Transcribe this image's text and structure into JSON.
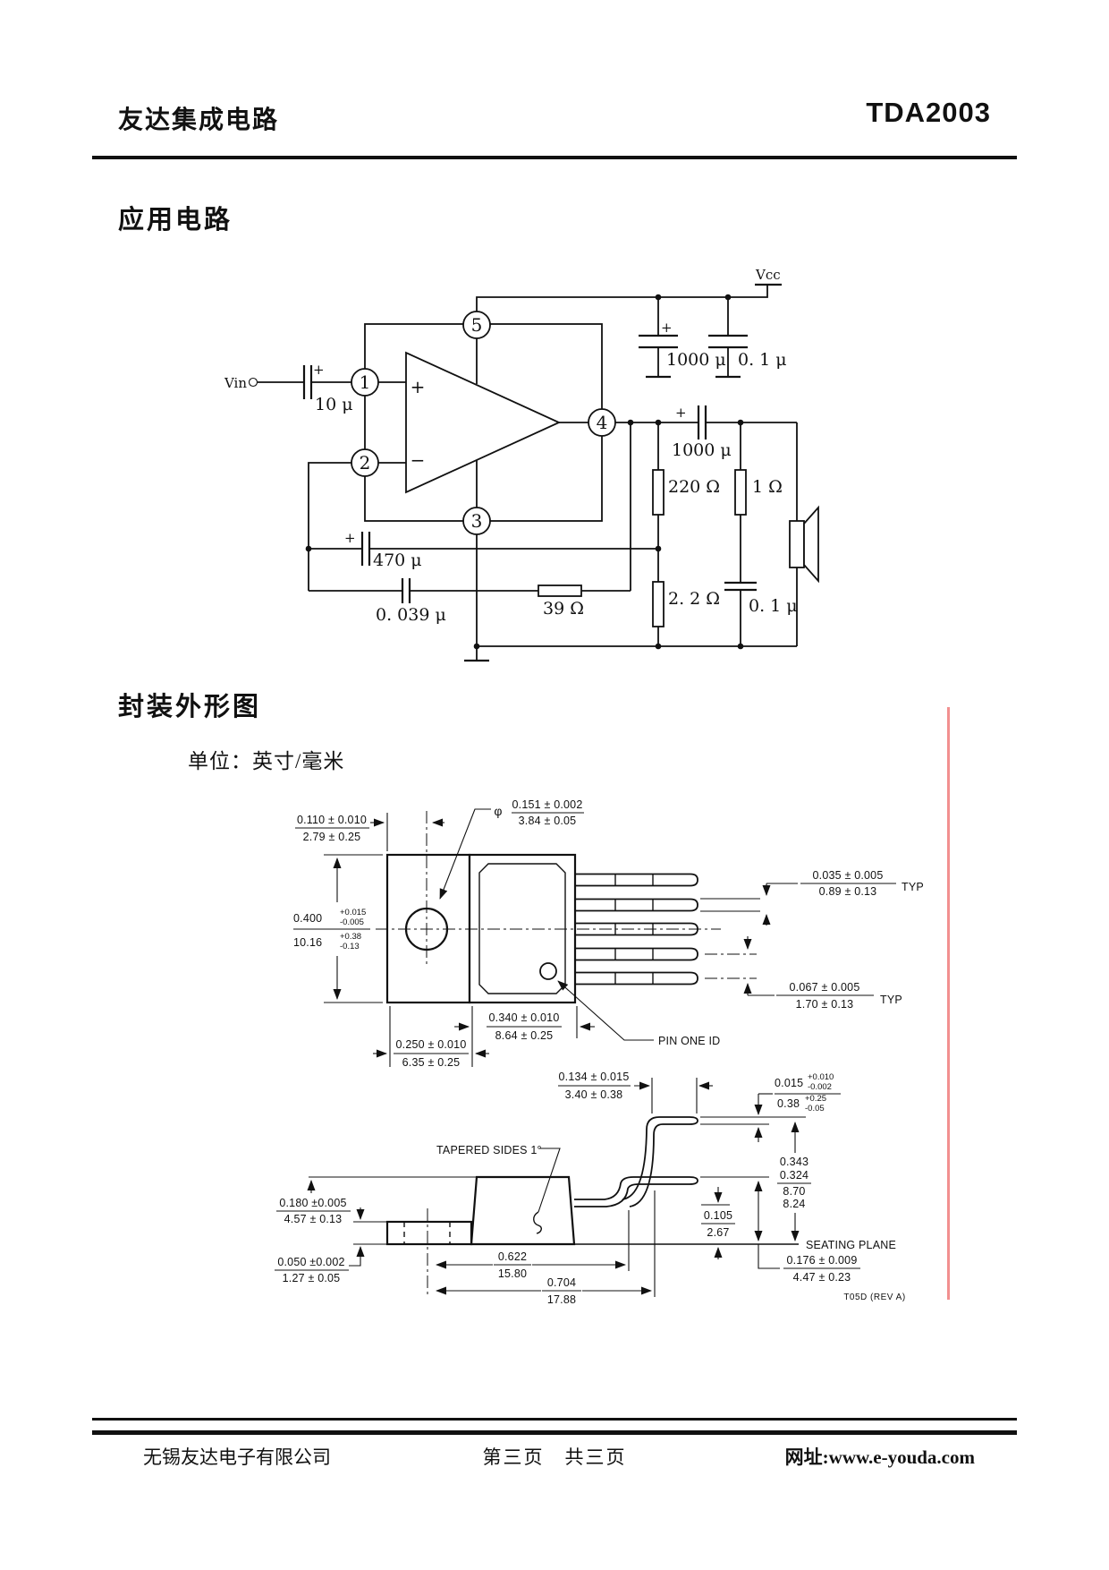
{
  "header": {
    "brand": "友达集成电路",
    "part": "TDA2003"
  },
  "circuit": {
    "title": "应用电路",
    "labels": {
      "vcc": "Vcc",
      "vin": "Vin",
      "pin1": "1",
      "pin2": "2",
      "pin3": "3",
      "pin4": "4",
      "pin5": "5",
      "plus": "+",
      "minus": "−",
      "c_in": "10 μ",
      "c_bulk": "1000 μ",
      "c_sup_hf": "0. 1 μ",
      "c_out": "1000 μ",
      "c_fb": "470 μ",
      "c_rc": "0. 039 μ",
      "r_gain": "39 Ω",
      "r_fb_upper": "220 Ω",
      "r_fb_lower": "2. 2 Ω",
      "r_snub": "1 Ω",
      "c_snub": "0. 1 μ"
    }
  },
  "package": {
    "title": "封装外形图",
    "unit_note": "单位：英寸/毫米",
    "dims": {
      "hole_offset": {
        "num": "0.110 ± 0.010",
        "den": "2.79 ± 0.25"
      },
      "hole_dia": {
        "prefix": "φ",
        "num": "0.151 ± 0.002",
        "den": "3.84 ± 0.05"
      },
      "body_height": {
        "num": "0.400",
        "num_tol_p": "+0.015",
        "num_tol_m": "-0.005",
        "den": "10.16",
        "den_tol_p": "+0.38",
        "den_tol_m": "-0.13"
      },
      "lead_thickness": {
        "num": "0.035 ± 0.005",
        "den": "0.89 ± 0.13",
        "suffix": "TYP"
      },
      "lead_pitch": {
        "num": "0.067 ± 0.005",
        "den": "1.70 ± 0.13",
        "suffix": "TYP"
      },
      "body_width": {
        "num": "0.340 ± 0.010",
        "den": "8.64 ± 0.25"
      },
      "tab_width": {
        "num": "0.250 ± 0.010",
        "den": "6.35 ± 0.25"
      },
      "pin_one_id": "PIN ONE ID",
      "lead_tip": {
        "num": "0.134 ± 0.015",
        "den": "3.40 ± 0.38"
      },
      "lead_gauge": {
        "num": "0.015",
        "num_tol_p": "+0.010",
        "num_tol_m": "-0.002",
        "den": "0.38",
        "den_tol_p": "+0.25",
        "den_tol_m": "-0.05"
      },
      "tapered_sides": "TAPERED SIDES 1°",
      "lead_height": {
        "num1": "0.343",
        "num2": "0.324",
        "den1": "8.70",
        "den2": "8.24"
      },
      "tab_offset": {
        "num": "0.180 ±0.005",
        "den": "4.57 ± 0.13"
      },
      "standoff": {
        "num": "0.105",
        "den": "2.67"
      },
      "seating_plane": "SEATING PLANE",
      "tab_thickness": {
        "num": "0.050 ±0.002",
        "den": "1.27 ± 0.05"
      },
      "length_inner": {
        "num": "0.622",
        "den": "15.80"
      },
      "lower_lead_height": {
        "num": "0.176 ± 0.009",
        "den": "4.47 ± 0.23"
      },
      "length_outer": {
        "num": "0.704",
        "den": "17.88"
      },
      "rev": "T05D (REV A)"
    }
  },
  "footer": {
    "company": "无锡友达电子有限公司",
    "page": "第三页　共三页",
    "site": "网址:www.e-youda.com"
  },
  "colors": {
    "ink": "#111111",
    "pink_line": "#f29090"
  }
}
